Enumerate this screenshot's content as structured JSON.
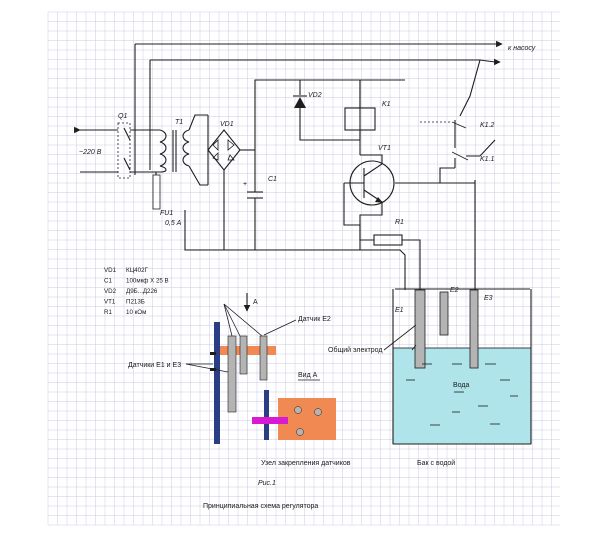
{
  "labels": {
    "to_pump": "к насосу",
    "mains": "~220 В",
    "q1": "Q1",
    "t1": "T1",
    "vd1": "VD1",
    "vd2": "VD2",
    "k1": "K1",
    "k1_2": "K1.2",
    "k1_1": "K1.1",
    "vt1": "VT1",
    "c1": "C1",
    "r1": "R1",
    "fu1": "FU1",
    "fu1_rating": "0,5 А",
    "e1": "E1",
    "e2": "E2",
    "e3": "E3",
    "arrow_a": "A",
    "sensor_e2": "Датчик E2",
    "sensors_e1_e3": "Датчики E1 и E3",
    "common_electrode": "Общий электрод",
    "view_a": "Вид A",
    "water": "Вода",
    "mount_caption": "Узел закрепления датчиков",
    "tank_caption": "Бак с водой",
    "fig": "Рис.1",
    "title": "Принципиальная схема регулятора"
  },
  "specs": [
    {
      "ref": "VD1",
      "value": "КЦ402Г"
    },
    {
      "ref": "C1",
      "value": "100мкф Х 25 В"
    },
    {
      "ref": "VD2",
      "value": "Д9Б...Д226"
    },
    {
      "ref": "VT1",
      "value": "П213Б"
    },
    {
      "ref": "R1",
      "value": "10 кОм"
    }
  ],
  "colors": {
    "grid": "#c9cbe6",
    "wire": "#1e1e1e",
    "water": "#aee4ea",
    "bracket": "#f08a52",
    "rod": "#2a3e86",
    "pin": "#d81ad2",
    "electrode": "#b4b4b4"
  }
}
